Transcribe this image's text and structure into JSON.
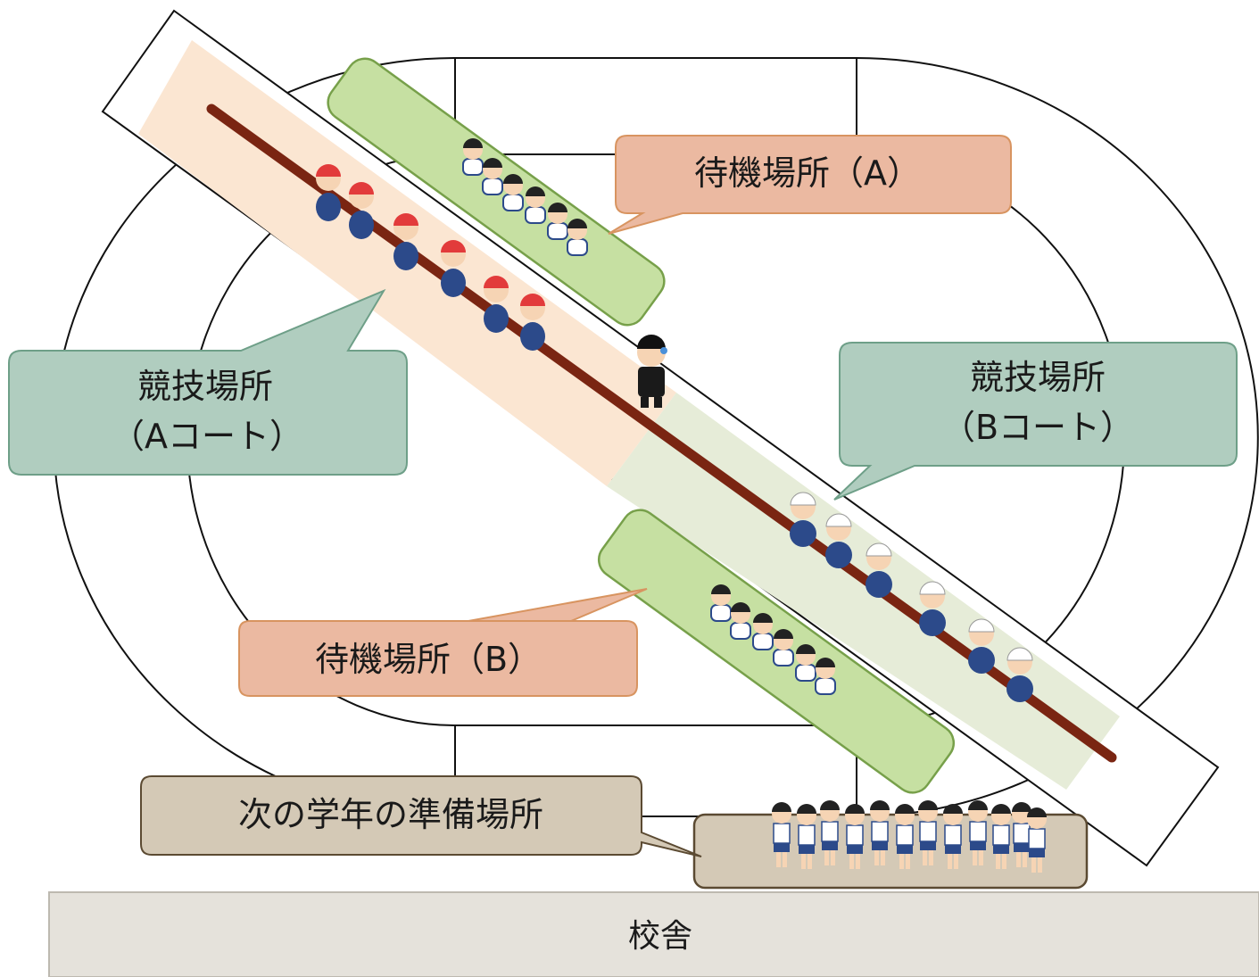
{
  "labels": {
    "waiting_a": "待機場所（A）",
    "waiting_b": "待機場所（B）",
    "court_a_line1": "競技場所",
    "court_a_line2": "（Aコート）",
    "court_b_line1": "競技場所",
    "court_b_line2": "（Bコート）",
    "next_grade_prep": "次の学年の準備場所",
    "school_building": "校舎"
  },
  "colors": {
    "court_a_fill": "#fbe6d2",
    "court_b_fill": "#e6ecd8",
    "waiting_fill": "#c6e0a2",
    "waiting_stroke": "#77a04a",
    "waiting_callout_fill": "#ebb9a1",
    "waiting_callout_stroke": "#d89460",
    "court_callout_fill": "#b0cdbf",
    "court_callout_stroke": "#6e9f88",
    "prep_fill": "#d4c9b6",
    "prep_stroke": "#5b4a32",
    "building_fill": "#e5e2db",
    "rope": "#7a2512",
    "red_cap": "#e23b3b",
    "white_cap": "#ffffff"
  },
  "icons": {
    "rope": "tug-of-war-rope-icon",
    "team_a": "red-cap-student-icon",
    "team_b": "white-cap-student-icon",
    "waiting": "seated-student-icon",
    "standing": "standing-student-icon",
    "referee": "referee-whistle-icon"
  }
}
